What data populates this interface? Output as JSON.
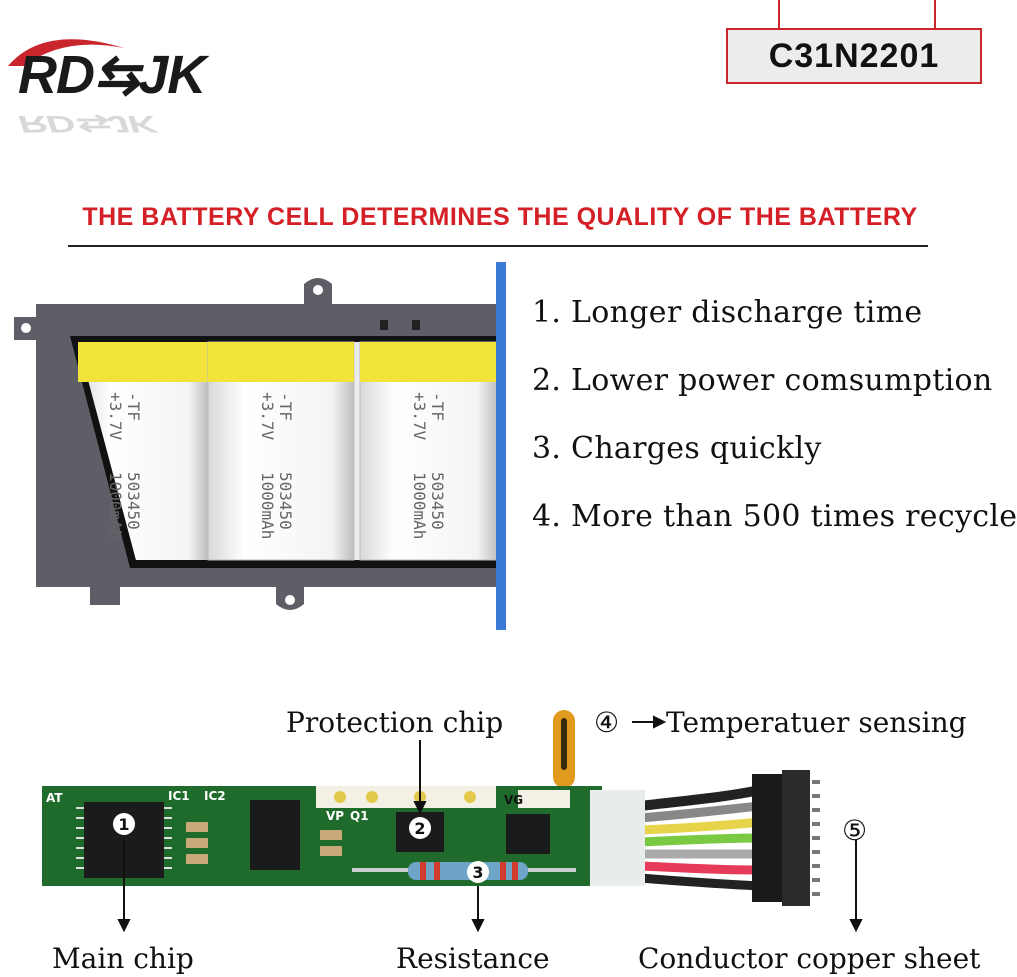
{
  "brand": {
    "logo_text": "RD⇆JK",
    "logo_reflection": "RD⇆JK"
  },
  "model": {
    "code": "C31N2201"
  },
  "headline": "THE BATTERY CELL DETERMINES THE QUALITY OF THE BATTERY",
  "battery_cells": {
    "cell_print_1": "-TF",
    "cell_print_2": "+3.7V",
    "cell_print_3": "503450",
    "cell_print_4": "1000mAh"
  },
  "features": [
    "1. Longer discharge time",
    "2. Lower power comsumption",
    "3. Charges quickly",
    "4. More than 500 times recycle"
  ],
  "board": {
    "protection_chip": "Protection chip",
    "temperature_marker": "④",
    "temperature_label": "Temperatuer sensing",
    "connector_marker": "⑤",
    "main_chip_marker": "1",
    "protection_marker": "2",
    "resistance_marker": "3",
    "main_chip": "Main chip",
    "resistance": "Resistance",
    "conductor": "Conductor copper sheet",
    "silk_ic1": "IC1",
    "silk_ic2": "IC2",
    "silk_at": "AT",
    "silk_vp": "VP",
    "silk_q1": "Q1",
    "silk_vg": "VG"
  },
  "colors": {
    "accent_red": "#d51f26",
    "pcb_green": "#1f6b2c",
    "cell_yellow": "#f2e33a",
    "frame_gray": "#5e5f66",
    "side_blue": "#3a7bd5"
  }
}
